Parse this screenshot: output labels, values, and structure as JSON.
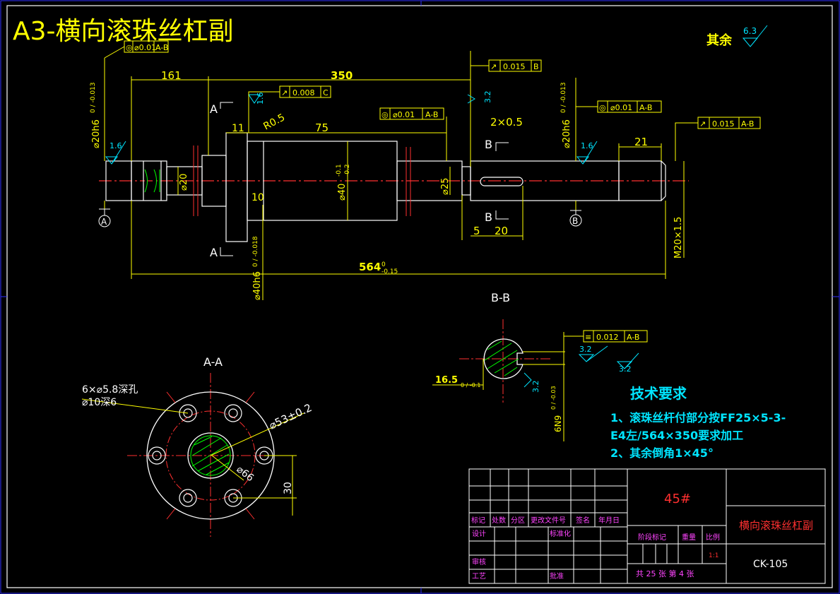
{
  "title": "A3-横向滚珠丝杠副",
  "roughness_rest": {
    "label": "其余",
    "value": "6.3"
  },
  "dims": {
    "d161": "161",
    "d350": "350",
    "d75": "75",
    "d11": "11",
    "d10": "10",
    "d5": "5",
    "d20": "20",
    "d21": "21",
    "r05": "R0.5",
    "chamfer": "2×0.5",
    "dia20": "⌀20",
    "dia25": "⌀25",
    "dia40": "⌀40",
    "dia40_tol_up": "-0.1",
    "dia40_tol_low": "-0.2",
    "dia20h6_left": "⌀20h6",
    "dia20h6_left_tol": "0 / -0.013",
    "dia20h6_right": "⌀20h6",
    "dia20h6_right_tol": "0 / -0.013",
    "dia40h6": "⌀40h6",
    "dia40h6_tol": "0 / -0.018",
    "len564": "564",
    "len564_tol_up": "0",
    "len564_tol_low": "-0.15",
    "m20": "M20×1.5"
  },
  "roughness": {
    "r16a": "1.6",
    "r16b": "1.6",
    "r16c": "1.6",
    "r32a": "3.2",
    "r32b": "3.2",
    "r32c": "3.2",
    "r32d": "3.2"
  },
  "gdt": {
    "f1": {
      "sym": "◎",
      "val": "⌀0.01",
      "ref": "A-B"
    },
    "f2": {
      "sym": "↗",
      "val": "0.008",
      "ref": "C"
    },
    "f3": {
      "sym": "◎",
      "val": "⌀0.01",
      "ref": "A-B"
    },
    "f4": {
      "sym": "↗",
      "val": "0.015",
      "ref": "B"
    },
    "f5": {
      "sym": "◎",
      "val": "⌀0.01",
      "ref": "A-B"
    },
    "f6": {
      "sym": "↗",
      "val": "0.015",
      "ref": "A-B"
    },
    "f7": {
      "sym": "≡",
      "val": "0.012",
      "ref": "A-B"
    }
  },
  "datums": {
    "a": "A",
    "b": "B"
  },
  "section_marks": {
    "a_top": "A",
    "a_bot": "A",
    "b_top": "B",
    "b_bot": "B"
  },
  "section_aa": {
    "title": "A-A",
    "holes": "6×⌀5.8深孔",
    "cbore": "⌀10深6",
    "pcd": "⌀53±0.2",
    "d66": "⌀66",
    "d30": "30"
  },
  "section_bb": {
    "title": "B-B",
    "d165": "16.5",
    "d165_tol": "0 / -0.1",
    "key": "6N9",
    "key_tol": "0 / -0.03"
  },
  "tech": {
    "heading": "技术要求",
    "line1": "1、滚珠丝杆付部分按FF25×5-3-",
    "line2": "E4左/564×350要求加工",
    "line3": "2、其余倒角1×45°"
  },
  "title_block": {
    "material": "45#",
    "part_name": "横向滚珠丝杠副",
    "code": "CK-105",
    "h_mark": "标记",
    "h_count": "处数",
    "h_zone": "分区",
    "h_doc": "更改文件号",
    "h_sign": "签名",
    "h_date": "年月日",
    "design": "设计",
    "standard": "标准化",
    "stage": "阶段标记",
    "weight": "重量",
    "scale": "比例",
    "scale_val": "1:1",
    "review": "审核",
    "process": "工艺",
    "approve": "批准",
    "sheets": "共 25 张 第 4 张"
  },
  "colors": {
    "outline": "#ffffff",
    "dimension": "#ffff00",
    "centerline": "#ff3030",
    "hatch": "#00ff00",
    "roughness": "#00e5ff",
    "label": "#ff44ff",
    "frame": "#3030ff"
  }
}
